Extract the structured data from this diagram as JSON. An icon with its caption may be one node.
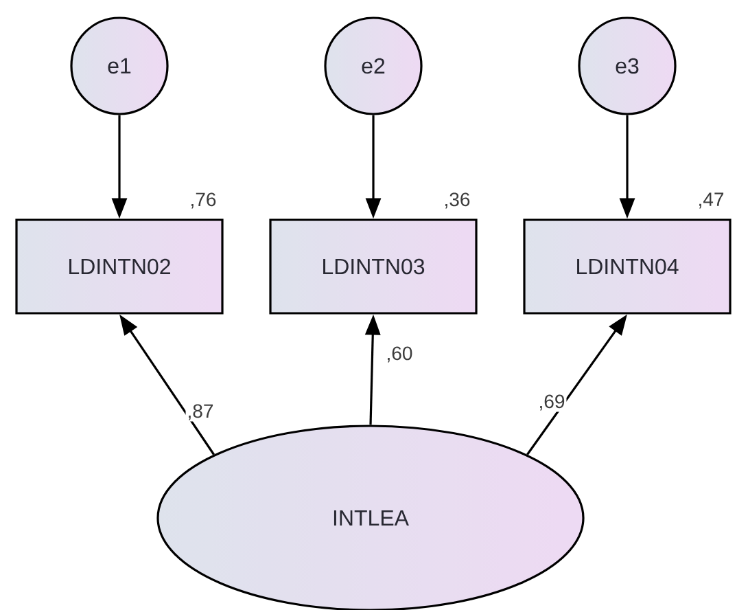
{
  "diagram": {
    "nodes": [
      {
        "text": [
          "e1"
        ]
      },
      {
        "text": [
          "e2"
        ]
      },
      {
        "text": [
          "e3"
        ]
      },
      {
        "text": [
          "LDINTN02"
        ],
        "beside": [
          ",76"
        ]
      },
      {
        "text": [
          "LDINTN03"
        ],
        "beside": [
          ",36"
        ]
      },
      {
        "text": [
          "LDINTN04"
        ],
        "beside": [
          ",47"
        ]
      },
      {
        "text": [
          "INTLEA"
        ]
      }
    ],
    "edges": [
      {
        "from": 0,
        "to": 3,
        "arrow": "to"
      },
      {
        "from": 1,
        "to": 4,
        "arrow": "to"
      },
      {
        "from": 2,
        "to": 5,
        "arrow": "to"
      },
      {
        "from": 6,
        "to": 3,
        "arrow": "to",
        "label": ",87"
      },
      {
        "from": 6,
        "to": 4,
        "arrow": "to",
        "label": ",60"
      },
      {
        "from": 6,
        "to": 5,
        "arrow": "to",
        "label": ",69"
      }
    ]
  }
}
